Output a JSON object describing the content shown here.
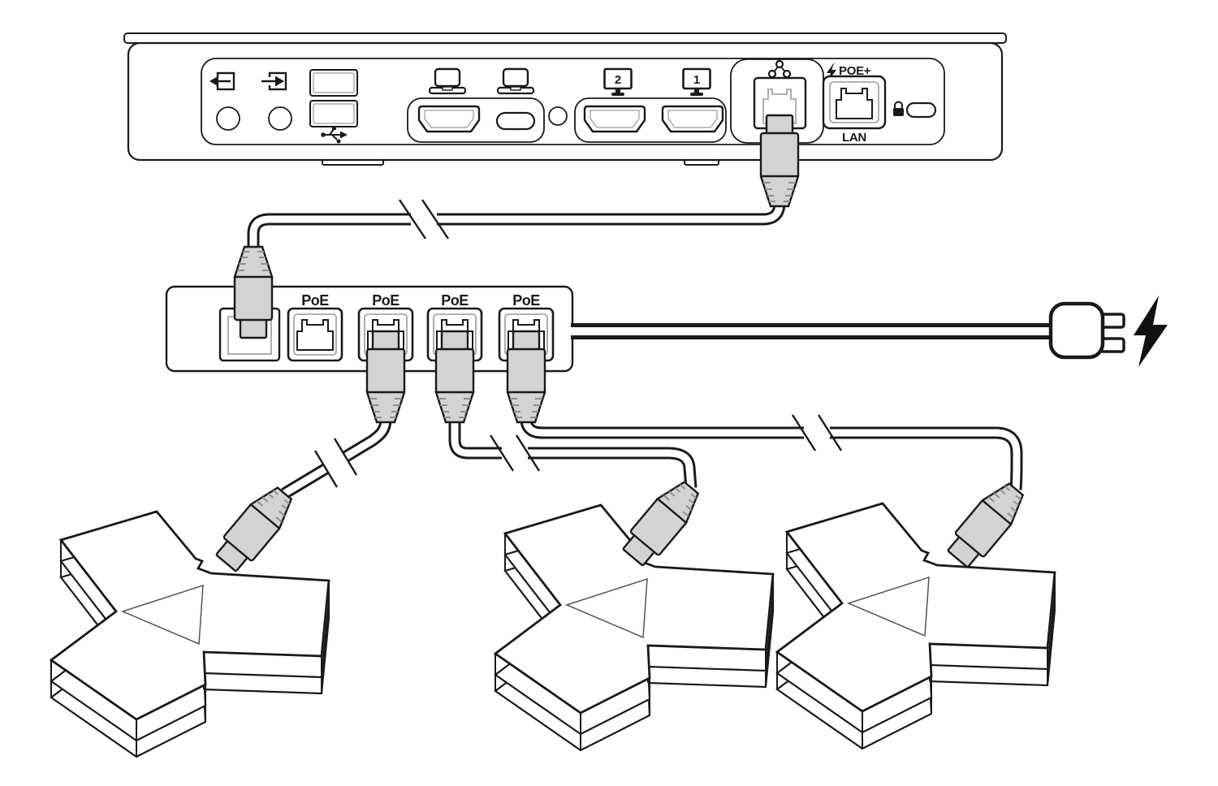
{
  "diagram_type": "hardware-connection-diagram",
  "palette": {
    "line": "#1a1a1a",
    "detail_line": "#9a9a9a",
    "plug_fill": "#d3d3d3",
    "plug_ridge": "#8f8f8f",
    "background": "#ffffff"
  },
  "codec": {
    "name": "video-codec-rear-panel",
    "icons": [
      "line-out-icon",
      "line-in-icon",
      "usb-icon",
      "laptop-icon",
      "laptop-icon",
      "monitor-icon",
      "monitor-icon",
      "network-icon",
      "lock-icon"
    ],
    "display_ports": [
      {
        "label": "2"
      },
      {
        "label": "1"
      }
    ],
    "poe_plus_label": "POE+",
    "lan_label": "LAN"
  },
  "switch": {
    "name": "poe-power-injector-switch",
    "uplink_ports": 1,
    "poe_ports": [
      {
        "label": "PoE"
      },
      {
        "label": "PoE"
      },
      {
        "label": "PoE"
      },
      {
        "label": "PoE"
      }
    ]
  },
  "power": {
    "icons": [
      "power-plug-icon",
      "lightning-bolt-icon"
    ]
  },
  "mic_pods": {
    "count": 3,
    "name": "table-microphone-pod",
    "marking": "triangle"
  },
  "cables": {
    "ethernet_runs": 4,
    "break_marks": 4,
    "power_runs": 1
  }
}
